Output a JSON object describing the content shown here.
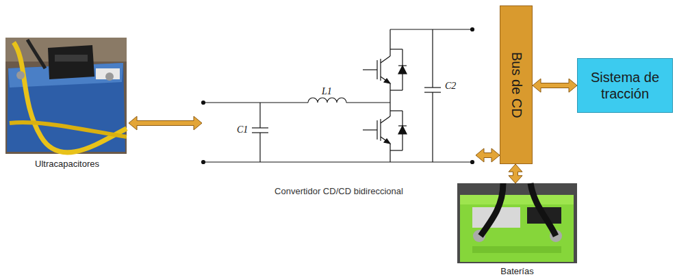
{
  "diagram": {
    "nodes": [
      {
        "text": [
          "Ultracapacitores"
        ]
      },
      {
        "text": [
          "Convertidor CD/CD bidireccional"
        ]
      },
      {
        "text": [
          "Bus de CD"
        ]
      },
      {
        "text": [
          "Sistema de tracción"
        ]
      },
      {
        "text": [
          "Baterías"
        ]
      }
    ],
    "edges": [
      {
        "from": 0,
        "to": 1,
        "arrow": "both"
      },
      {
        "from": 1,
        "to": 2,
        "arrow": "both"
      },
      {
        "from": 2,
        "to": 3,
        "arrow": "both"
      },
      {
        "from": 2,
        "to": 4,
        "arrow": "both"
      }
    ],
    "labels": [
      "L1",
      "C1",
      "C2"
    ]
  }
}
